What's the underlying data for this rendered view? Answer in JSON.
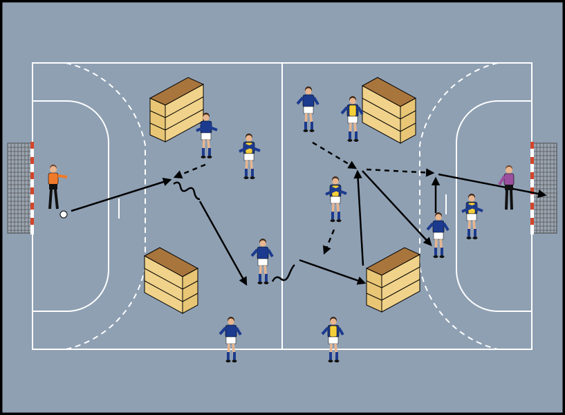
{
  "colors": {
    "court": "#8fa0b3",
    "border": "#000000",
    "lines": "#ffffff",
    "arrows": "#000000",
    "box_light": "#f0d28a",
    "box_dark": "#a8753d",
    "team_shirt": "#1c3b8e",
    "bib": "#f4cf3a",
    "keeper_left": "#f07a2a",
    "keeper_right": "#9b4f9e",
    "shorts": "#ffffff"
  },
  "icons": {
    "box": "vaulting-box-icon",
    "goal": "goal-net-icon",
    "ball": "ball-icon",
    "player": "player-icon"
  },
  "players": [
    {
      "id": "left-keeper",
      "team": "keeper-orange"
    },
    {
      "id": "blue-1",
      "team": "blue"
    },
    {
      "id": "bib-1",
      "team": "blue-bib"
    },
    {
      "id": "blue-2",
      "team": "blue"
    },
    {
      "id": "blue-3",
      "team": "blue"
    },
    {
      "id": "bib-2",
      "team": "blue-bib"
    },
    {
      "id": "bib-3",
      "team": "blue-bib"
    },
    {
      "id": "blue-4",
      "team": "blue"
    },
    {
      "id": "bib-4",
      "team": "blue-bib"
    },
    {
      "id": "right-keeper",
      "team": "keeper-purple"
    },
    {
      "id": "blue-5",
      "team": "blue"
    },
    {
      "id": "bib-5",
      "team": "blue-bib"
    }
  ]
}
